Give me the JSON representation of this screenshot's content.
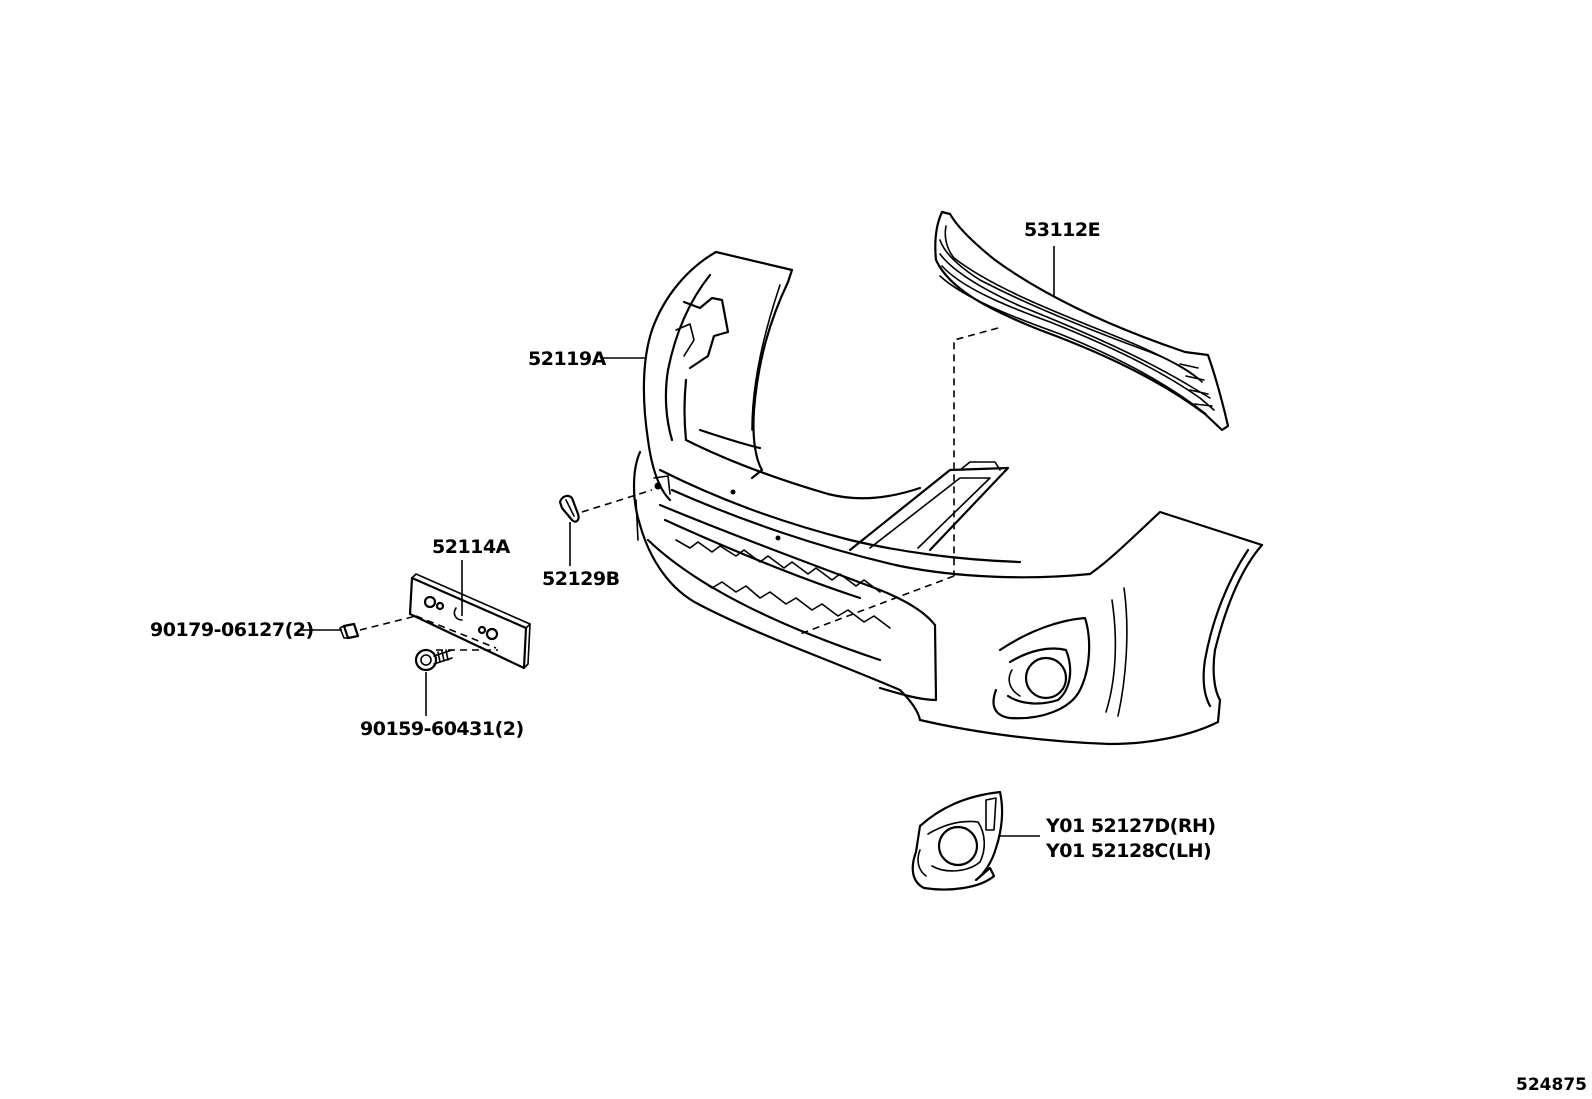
{
  "drawing_number": "524875",
  "callouts": {
    "grille": "53112E",
    "bumper_cover": "52119A",
    "cap": "52129B",
    "plate_bracket": "52114A",
    "clip": "90179-06127(2)",
    "screw": "90159-60431(2)",
    "fog_cover_rh": "Y01 52127D(RH)",
    "fog_cover_lh": "Y01 52128C(LH)"
  }
}
